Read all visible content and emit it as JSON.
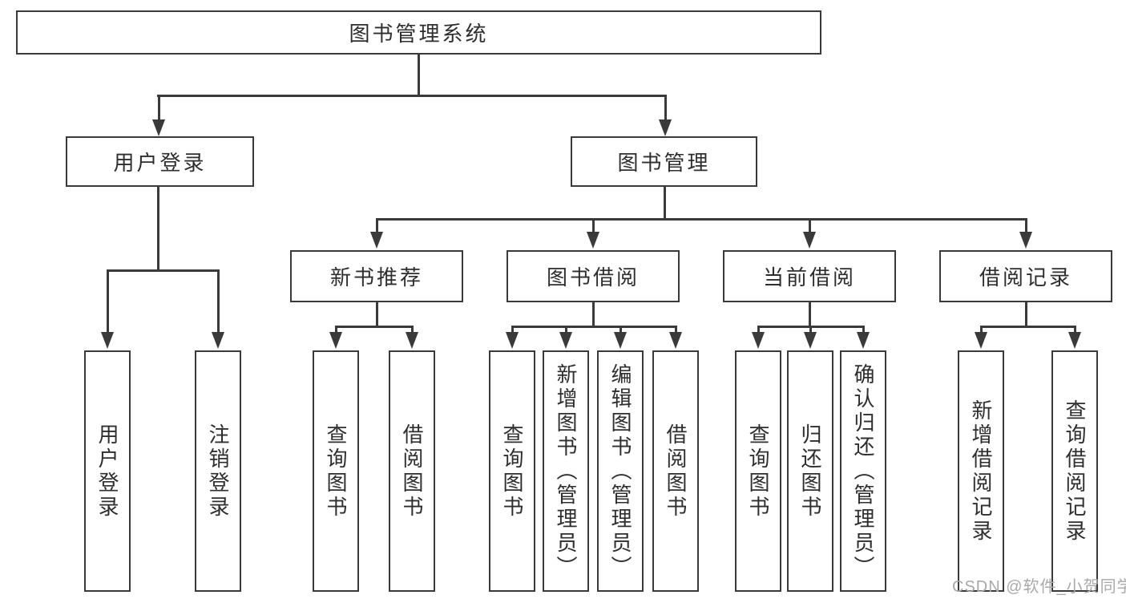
{
  "nodes": {
    "root": "图书管理系统",
    "level2": [
      "用户登录",
      "图书管理"
    ],
    "level3": [
      "新书推荐",
      "图书借阅",
      "当前借阅",
      "借阅记录"
    ],
    "login_children": [
      "用户登录",
      "注销登录"
    ],
    "recommend_children": [
      "查询图书",
      "借阅图书"
    ],
    "borrow_children": [
      "查询图书",
      "新增图书（管理员）",
      "编辑图书（管理员）",
      "借阅图书"
    ],
    "current_children": [
      "查询图书",
      "归还图书",
      "确认归还（管理员）"
    ],
    "records_children": [
      "新增借阅记录",
      "查询借阅记录"
    ]
  },
  "structure": [
    {
      "parent": "图书管理系统",
      "children": [
        "用户登录",
        "图书管理"
      ]
    },
    {
      "parent": "用户登录",
      "children": [
        "用户登录",
        "注销登录"
      ]
    },
    {
      "parent": "图书管理",
      "children": [
        "新书推荐",
        "图书借阅",
        "当前借阅",
        "借阅记录"
      ]
    },
    {
      "parent": "新书推荐",
      "children": [
        "查询图书",
        "借阅图书"
      ]
    },
    {
      "parent": "图书借阅",
      "children": [
        "查询图书",
        "新增图书（管理员）",
        "编辑图书（管理员）",
        "借阅图书"
      ]
    },
    {
      "parent": "当前借阅",
      "children": [
        "查询图书",
        "归还图书",
        "确认归还（管理员）"
      ]
    },
    {
      "parent": "借阅记录",
      "children": [
        "新增借阅记录",
        "查询借阅记录"
      ]
    }
  ],
  "watermark": "CSDN @软件_小贺同学",
  "colors": {
    "line": "#3a3a3a",
    "text": "#2e2e2e",
    "watermark": "#a9a9a9",
    "background": "#ffffff"
  }
}
